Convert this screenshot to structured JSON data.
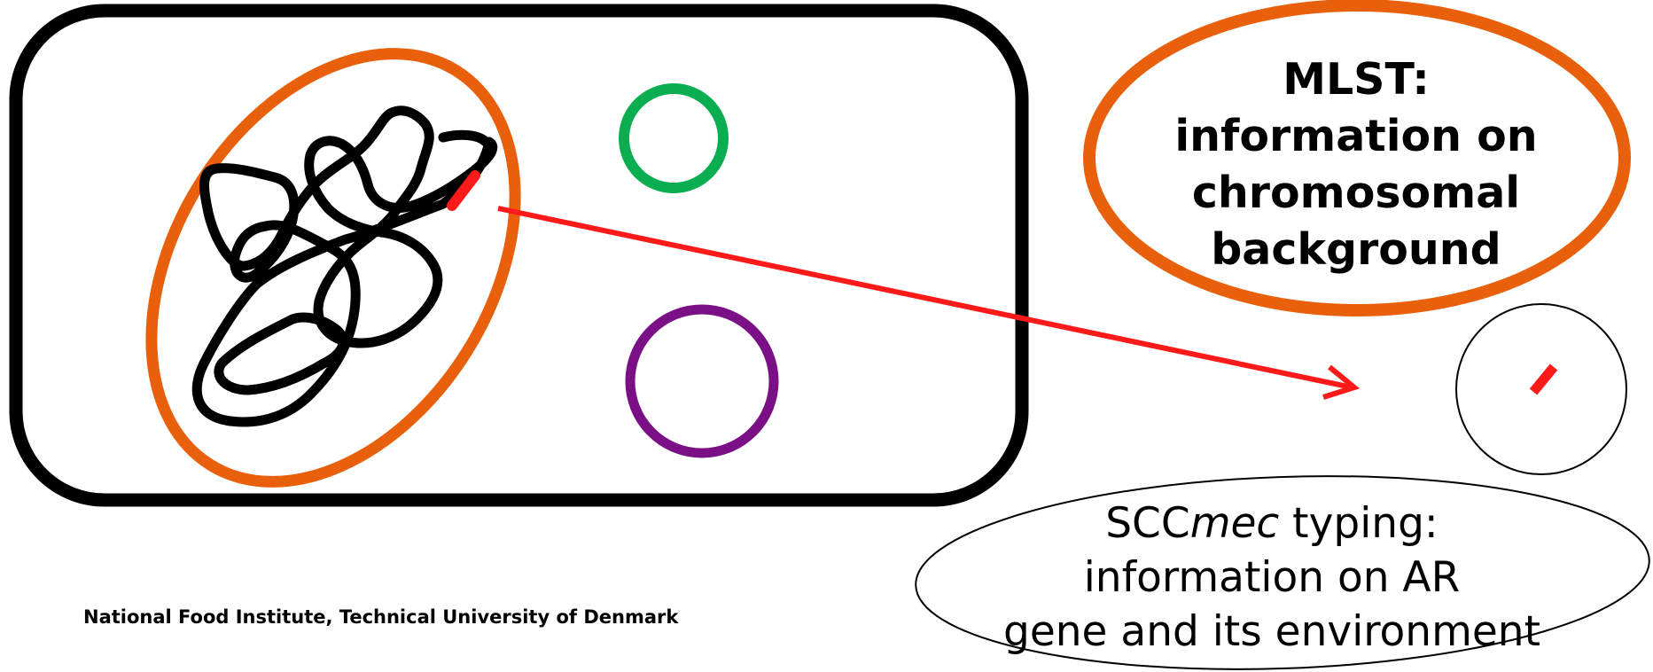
{
  "mlst_box": {
    "lines": [
      "MLST:",
      "information on",
      "chromosomal",
      "background"
    ]
  },
  "sccmec_box": {
    "prefix": "SCC",
    "italic": "mec",
    "suffix": " typing:",
    "line2": "information on AR",
    "line3": "gene and its environment"
  },
  "footer": {
    "institution": "National Food Institute, Technical University of Denmark"
  },
  "colors": {
    "cell_outline": "#000000",
    "chromosome_ellipse": "#e8600c",
    "plasmid_green": "#0aad4f",
    "plasmid_purple": "#7b0f86",
    "gene_marker": "#ff1a1a",
    "arrow": "#ff1a1a"
  }
}
